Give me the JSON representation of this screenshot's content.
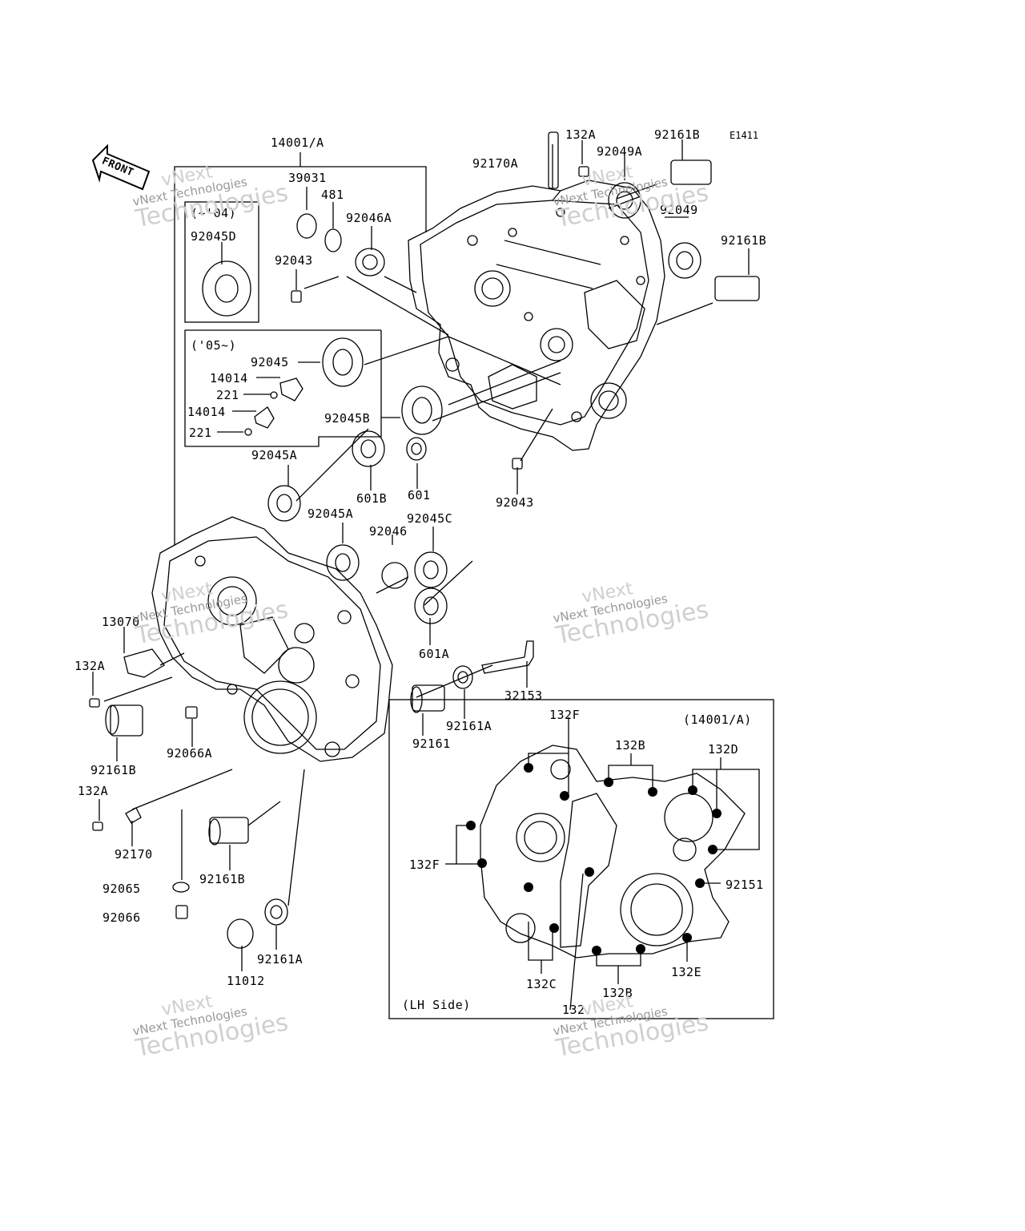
{
  "diagram_code": "E1411",
  "front_label": "FRONT",
  "watermark": {
    "line1": "vNext",
    "line2": "vNext Technologies",
    "line3": "Technologies"
  },
  "labels": {
    "l14001a": "14001/A",
    "l39031": "39031",
    "l481": "481",
    "l92046a": "92046A",
    "l04": "(~'04)",
    "l92045d": "92045D",
    "l92043a": "92043",
    "l05": "('05~)",
    "l92045": "92045",
    "l14014a": "14014",
    "l221a": "221",
    "l14014b": "14014",
    "l221b": "221",
    "l92045b": "92045B",
    "l92045a1": "92045A",
    "l601b": "601B",
    "l601": "601",
    "l92043b": "92043",
    "l92045a2": "92045A",
    "l92046": "92046",
    "l92045c": "92045C",
    "l601a": "601A",
    "l13070": "13070",
    "l132a1": "132A",
    "l92161b1": "92161B",
    "l92066a": "92066A",
    "l132a2": "132A",
    "l92170": "92170",
    "l92065": "92065",
    "l92066": "92066",
    "l92161b2": "92161B",
    "l11012": "11012",
    "l92161a1": "92161A",
    "l92161": "92161",
    "l92161a2": "92161A",
    "l32153": "32153",
    "l132a3": "132A",
    "l92170a": "92170A",
    "l92161b3": "92161B",
    "l92049a": "92049A",
    "l92049": "92049",
    "l92161b4": "92161B",
    "l14001a_box": "(14001/A)",
    "l132f1": "132F",
    "l132b1": "132B",
    "l132d": "132D",
    "l132f2": "132F",
    "l92151": "92151",
    "l132c": "132C",
    "l132b2": "132B",
    "l132e": "132E",
    "l132": "132",
    "llhside": "(LH Side)"
  }
}
